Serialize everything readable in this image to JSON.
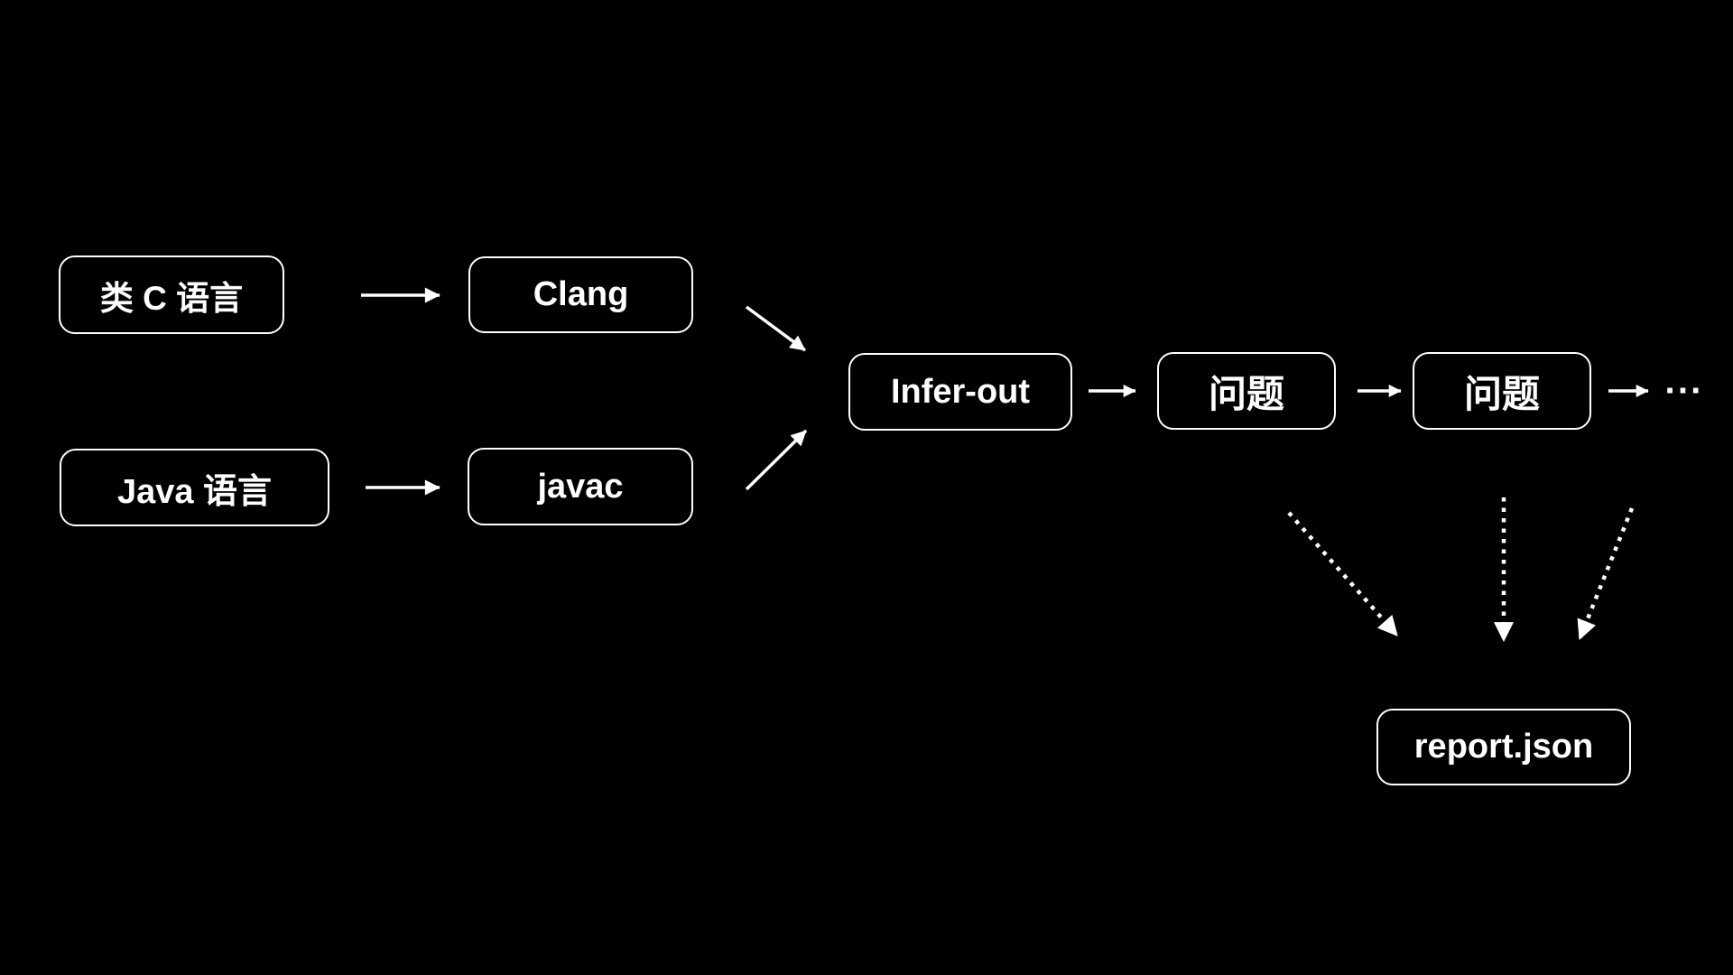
{
  "diagram": {
    "background_color": "#000000",
    "foreground_color": "#ffffff",
    "nodes": [
      {
        "id": "c-like-language",
        "label": "类 C 语言"
      },
      {
        "id": "clang",
        "label": "Clang"
      },
      {
        "id": "java-language",
        "label": "Java 语言"
      },
      {
        "id": "javac",
        "label": "javac"
      },
      {
        "id": "infer-out",
        "label": "Infer-out"
      },
      {
        "id": "issue-1",
        "label": "问题"
      },
      {
        "id": "issue-2",
        "label": "问题"
      },
      {
        "id": "report-json",
        "label": "report.json"
      }
    ],
    "ellipsis": "···",
    "edges": [
      {
        "from": "c-like-language",
        "to": "clang",
        "style": "solid"
      },
      {
        "from": "java-language",
        "to": "javac",
        "style": "solid"
      },
      {
        "from": "clang",
        "to": "infer-out",
        "style": "solid"
      },
      {
        "from": "javac",
        "to": "infer-out",
        "style": "solid"
      },
      {
        "from": "infer-out",
        "to": "issue-1",
        "style": "solid"
      },
      {
        "from": "issue-1",
        "to": "issue-2",
        "style": "solid"
      },
      {
        "from": "issue-2",
        "to": "ellipsis",
        "style": "solid"
      },
      {
        "from": "issue-1",
        "to": "report-json",
        "style": "dotted"
      },
      {
        "from": "issue-2",
        "to": "report-json",
        "style": "dotted"
      },
      {
        "from": "ellipsis",
        "to": "report-json",
        "style": "dotted"
      }
    ]
  }
}
